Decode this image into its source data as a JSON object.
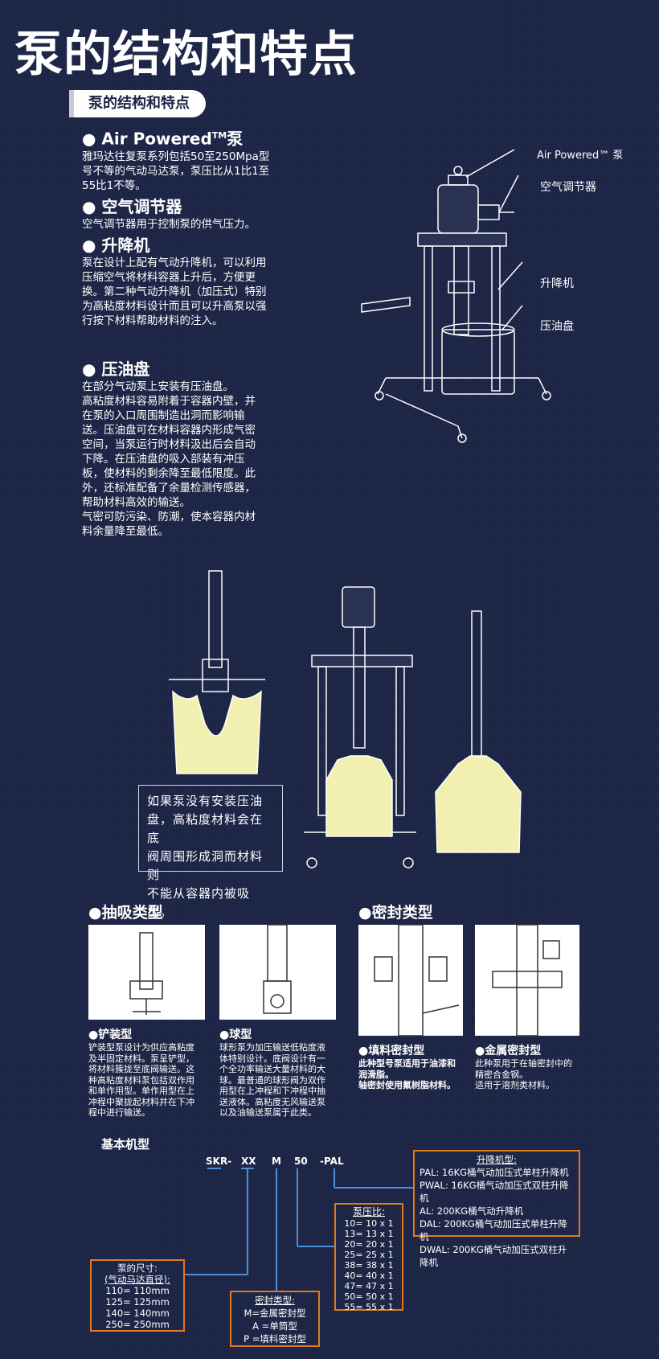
{
  "title": "泵的结构和特点",
  "section_pill": "泵的结构和特点",
  "features": [
    {
      "heading": "Air Powered",
      "tm": "TM",
      "heading_suffix": "泵",
      "lines": [
        "雅玛达往复泵系列包括50至250Mpa型",
        "号不等的气动马达泵，泵压比从1比1至",
        "55比1不等。"
      ]
    },
    {
      "heading": "空气调节器",
      "lines": [
        "空气调节器用于控制泵的供气压力。"
      ]
    },
    {
      "heading": "升降机",
      "lines": [
        "泵在设计上配有气动升降机，可以利用",
        "压缩空气将材料容器上升后，方便更",
        "换。第二种气动升降机（加压式）特别",
        "为高粘度材料设计而且可以升高泵以强",
        "行按下材料帮助材料的注入。"
      ]
    },
    {
      "heading": "压油盘",
      "lines": [
        "在部分气动泵上安装有压油盘。",
        "高粘度材料容易附着于容器内壁，并",
        "在泵的入口周围制造出洞而影响输",
        "送。压油盘可在材料容器内形成气密",
        "空间，当泵运行时材料汲出后会自动",
        "下降。在压油盘的吸入部装有冲压",
        "板，使材料的剩余降至最低限度。此",
        "外，还标准配备了余量检测传感器，",
        "帮助材料高效的输送。",
        "气密可防污染、防潮，使本容器内材",
        "料余量降至最低。"
      ]
    }
  ],
  "callouts": {
    "pump": "Air Powered™ 泵",
    "regulator": "空气调节器",
    "lifter": "升降机",
    "plate": "压油盘"
  },
  "note_lines": [
    "如果泵没有安装压油",
    "盘，高粘度材料会在底",
    "阀周围形成洞而材料则",
    "不能从容器内被吸出。"
  ],
  "suction": {
    "title": "●抽吸类型",
    "items": [
      {
        "name": "●铲装型",
        "lines": [
          "铲装型泵设计为供应高粘度",
          "及半固定材料。泵呈铲型，",
          "将材料簇拢至底阀输送。这",
          "种高粘度材料泵包括双作用",
          "和单作用型。单作用型在上",
          "冲程中聚拢起材料并在下冲",
          "程中进行输送。"
        ]
      },
      {
        "name": "●球型",
        "lines": [
          "球形泵为加压输送低粘度液",
          "体特别设计。底阀设计有一",
          "个全功率输送大量材料的大",
          "球。最普通的球形阀为双作",
          "用型在上冲程和下冲程中抽",
          "送液体。高粘度无风输送泵",
          "以及油输送泵属于此类。"
        ]
      }
    ]
  },
  "seal": {
    "title": "●密封类型",
    "items": [
      {
        "name": "●填料密封型",
        "lines": [
          "此种型号泵适用于油漆和",
          "润滑脂。",
          "轴密封使用氟树脂材料。"
        ]
      },
      {
        "name": "●金属密封型",
        "lines": [
          "此种泵用于在轴密封中的",
          "精密合金钢。",
          "适用于溶剂类材料。"
        ]
      }
    ]
  },
  "model": {
    "title": "基本机型",
    "code": [
      "SKR-",
      "XX",
      "M",
      "50",
      "-PAL"
    ],
    "lifter_title": "升降机型:",
    "lifter_items": [
      "PAL: 16KG桶气动加压式单柱升降机",
      "PWAL: 16KG桶气动加压式双柱升降机",
      "AL: 200KG桶气动升降机",
      "DAL: 200KG桶气动加压式单柱升降机",
      "DWAL: 200KG桶气动加压式双柱升降机"
    ],
    "ratio_title": "泵压比:",
    "ratio_items": [
      "10= 10 x 1",
      "13= 13 x 1",
      "20= 20 x 1",
      "25= 25 x 1",
      "38= 38 x 1",
      "40= 40 x 1",
      "47= 47 x 1",
      "50= 50 x 1",
      "55= 55 x 1"
    ],
    "size_title": "泵的尺寸:",
    "size_sub": "(气动马达直径):",
    "size_items": [
      "110= 110mm",
      "125= 125mm",
      "140= 140mm",
      "250= 250mm"
    ],
    "seal_title": "密封类型:",
    "seal_items": [
      "M=金属密封型",
      "A =单筒型",
      "P =填料密封型"
    ]
  },
  "colors": {
    "background": "#1d2546",
    "accent_box": "#e07a1a",
    "material": "#f2f0b0"
  }
}
